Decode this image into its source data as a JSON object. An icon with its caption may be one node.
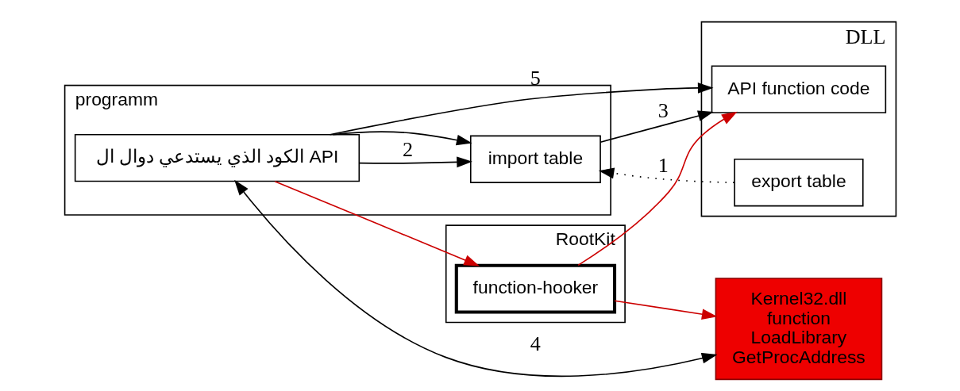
{
  "diagram": {
    "nodes": [
      {
        "text": [
          "programm"
        ]
      },
      {
        "text": [
          "الكود الذي يستدعي دوال ال API"
        ],
        "in": 0
      },
      {
        "text": [
          "import table"
        ],
        "in": 0
      },
      {
        "text": [
          "DLL"
        ]
      },
      {
        "text": [
          "export table"
        ],
        "in": 3
      },
      {
        "text": [
          "API function code"
        ],
        "in": 3
      },
      {
        "text": [
          "Kernel32.dll",
          "function",
          "LoadLibrary",
          "GetProcAddress"
        ]
      },
      {
        "text": [
          "RootKit"
        ]
      },
      {
        "text": [
          "function-hooker"
        ],
        "in": 7
      }
    ],
    "edges": [
      {
        "from": 4,
        "to": 2,
        "arrow": "to",
        "label": "1",
        "style": "dashed"
      },
      {
        "from": 1,
        "to": 2,
        "arrow": "to",
        "label": "2"
      },
      {
        "from": 1,
        "to": 2,
        "arrow": "to"
      },
      {
        "from": 2,
        "to": 5,
        "arrow": "to",
        "label": "3"
      },
      {
        "from": 1,
        "to": 6,
        "arrow": "both",
        "label": "4"
      },
      {
        "from": 1,
        "to": 5,
        "arrow": "to",
        "label": "5"
      },
      {
        "from": 1,
        "to": 8,
        "arrow": "to",
        "color": "#cc0000"
      },
      {
        "from": 8,
        "to": 5,
        "arrow": "to",
        "color": "#cc0000"
      },
      {
        "from": 8,
        "to": 6,
        "arrow": "to",
        "color": "#cc0000"
      }
    ]
  }
}
